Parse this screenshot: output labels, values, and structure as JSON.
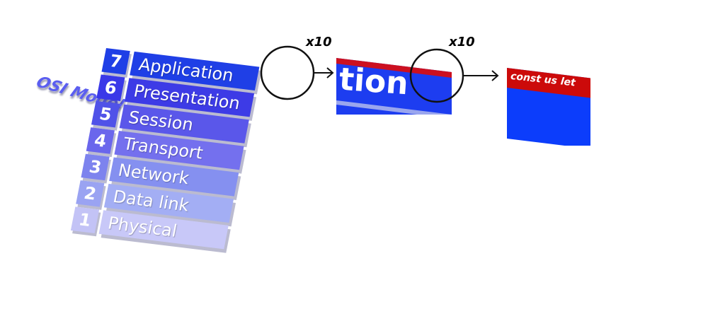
{
  "title": "OSI Model",
  "layers": [
    {
      "number": "7",
      "name": "Application",
      "num_color": "#1f3fe6",
      "label_color": "#1f3fe6"
    },
    {
      "number": "6",
      "name": "Presentation",
      "num_color": "#3a38e8",
      "label_color": "#3d3be6"
    },
    {
      "number": "5",
      "name": "Session",
      "num_color": "#5052e8",
      "label_color": "#5a57ea"
    },
    {
      "number": "4",
      "name": "Transport",
      "num_color": "#6a66ec",
      "label_color": "#7470ee"
    },
    {
      "number": "3",
      "name": "Network",
      "num_color": "#7d83ee",
      "label_color": "#8590f0"
    },
    {
      "number": "2",
      "name": "Data link",
      "num_color": "#9aa3f2",
      "label_color": "#a3aef4"
    },
    {
      "number": "1",
      "name": "Physical",
      "num_color": "#c3c3f6",
      "label_color": "#c8c8f8"
    }
  ],
  "zoom": {
    "factor_1": "x10",
    "factor_2": "x10",
    "magnified_text": "tion",
    "hidden_text": "const us let"
  },
  "colors": {
    "title": "#5b5ef0",
    "zoom_blue": "#0c3dfb",
    "hidden_bar": "#cc0a0a"
  }
}
